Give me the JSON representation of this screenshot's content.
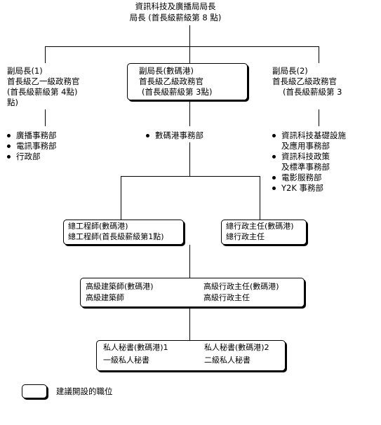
{
  "top": {
    "line1": "資訊科技及廣播局局長",
    "line2": "局長 (首長級薪級第 8 點)"
  },
  "left": {
    "l1": "副局長(1)",
    "l2": "首長級乙一級政務官",
    "l3": "(首長級薪級第 4點)",
    "l4": "點)"
  },
  "center": {
    "l1": "副局長(數碼港)",
    "l2": "首長級乙級政務官",
    "l3": "(首長級薪級第 3點)"
  },
  "right": {
    "l1": "副局長(2)",
    "l2": "首長級乙級政務官",
    "l3": "(首長級薪級第 3"
  },
  "left_list": [
    "廣播事務部",
    "電訊事務部",
    "行政部"
  ],
  "center_list": [
    "數碼港事務部"
  ],
  "right_list": [
    {
      "a": "資訊科技基礎設施",
      "b": "及應用事務部"
    },
    {
      "a": "資訊科技政策",
      "b": "及標準事務部"
    },
    {
      "a": "電影服務部",
      "b": ""
    },
    {
      "a": "Y2K 事務部",
      "b": ""
    }
  ],
  "chief_engineer": {
    "l1": "總工程師(數碼港)",
    "l2": "總工程師(首長級薪級第1點)"
  },
  "chief_exec": {
    "l1": "總行政主任(數碼港)",
    "l2": "總行政主任"
  },
  "senior": {
    "a1": "高級建築師(數碼港)",
    "a2": "高級建築師",
    "b1": "高級行政主任(數碼港)",
    "b2": "高級行政主任"
  },
  "secretary": {
    "a1": "私人秘書(數碼港)1",
    "a2": "一級私人秘書",
    "b1": "私人秘書(數碼港)2",
    "b2": "二級私人秘書"
  },
  "legend": {
    "label": "建議開設的職位"
  }
}
